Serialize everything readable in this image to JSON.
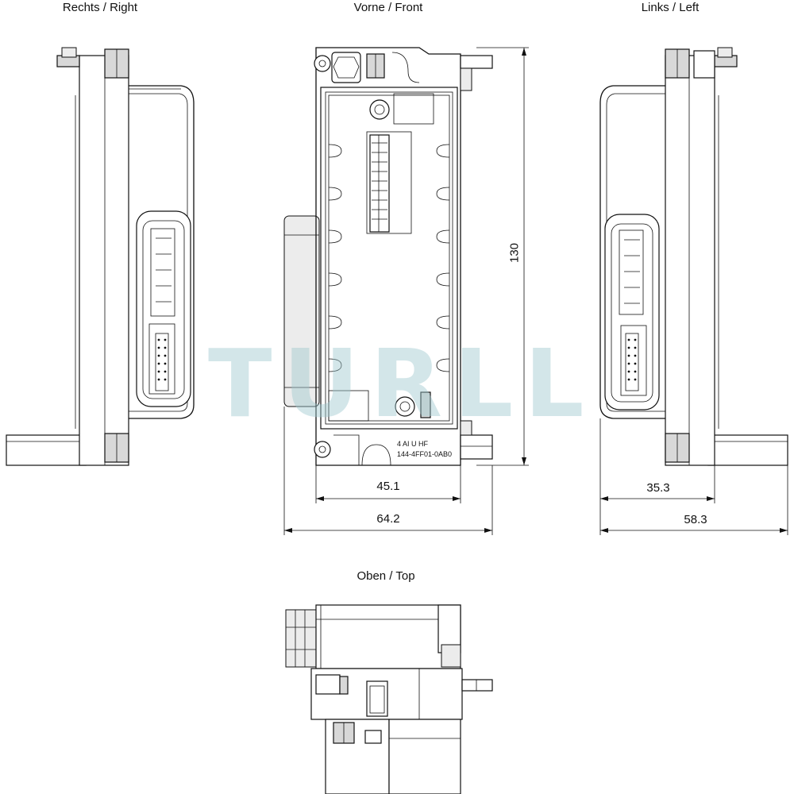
{
  "views": {
    "right": "Rechts / Right",
    "front": "Vorne / Front",
    "left": "Links / Left",
    "top": "Oben / Top"
  },
  "dimensions": {
    "height": "130",
    "front_inner_width": "45.1",
    "front_total_width": "64.2",
    "left_inner_width": "35.3",
    "left_total_width": "58.3"
  },
  "part_label": {
    "line1": "4 AI U HF",
    "line2": "144-4FF01-0AB0"
  },
  "watermark": "TURLL"
}
